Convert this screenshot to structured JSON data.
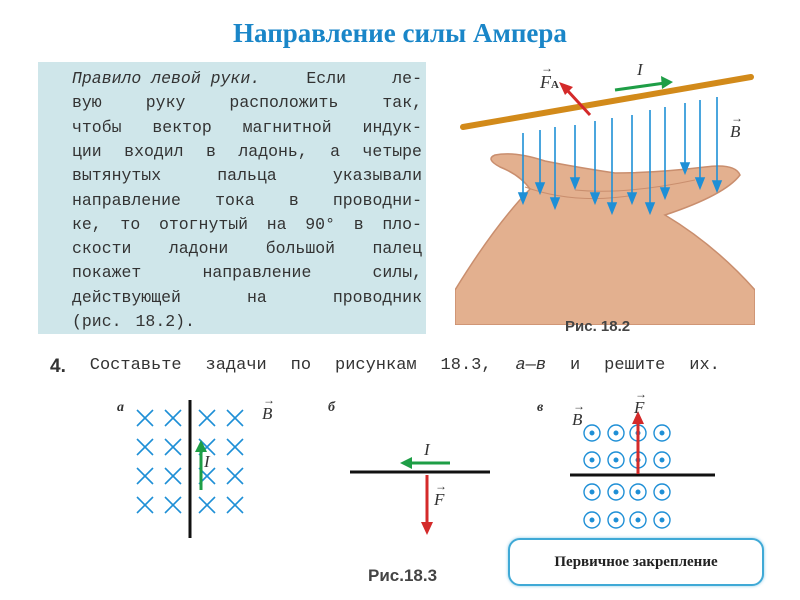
{
  "title": "Направление силы Ампера",
  "rule": {
    "lines": [
      [
        "Правило левой руки.",
        "Если",
        "ле-"
      ],
      [
        "вую",
        "руку",
        "расположить",
        "так,"
      ],
      [
        "чтобы",
        "вектор",
        "магнитной",
        "индук-"
      ],
      [
        "ции",
        "входил",
        "в",
        "ладонь,",
        "а",
        "четыре"
      ],
      [
        "вытянутых",
        "пальца",
        "указывали"
      ],
      [
        "направление",
        "тока",
        "в",
        "проводни-"
      ],
      [
        "ке,",
        "то",
        "отогнутый",
        "на",
        "90°",
        "в",
        "пло-"
      ],
      [
        "скости",
        "ладони",
        "большой",
        "палец"
      ],
      [
        "покажет",
        "направление",
        "силы,"
      ],
      [
        "действующей",
        "на",
        "проводник"
      ],
      [
        "(рис.",
        "18.2)."
      ]
    ]
  },
  "fig182": {
    "caption": "Рис. 18.2",
    "force_label": "F",
    "force_sub": "A",
    "current_label": "I",
    "field_label": "B"
  },
  "task": {
    "number": "4.",
    "words": [
      "Составьте",
      "задачи",
      "по",
      "рисункам",
      "18.3,",
      "а—в",
      "и",
      "решите",
      "их."
    ]
  },
  "fig183": {
    "caption": "Рис.18.3",
    "a": {
      "label": "а",
      "field_label": "B",
      "current_label": "I"
    },
    "b": {
      "label": "б",
      "current_label": "I",
      "force_label": "F"
    },
    "c": {
      "label": "в",
      "field_label": "B",
      "force_label": "F"
    }
  },
  "button": {
    "label": "Первичное закрепление"
  },
  "colors": {
    "title": "#1a86c8",
    "rule_bg": "#cfe6ea",
    "field_lines": "#1e8fd6",
    "green_arrow": "#1e9e46",
    "red_arrow": "#d42a2a",
    "button_border": "#3fa9d6"
  }
}
